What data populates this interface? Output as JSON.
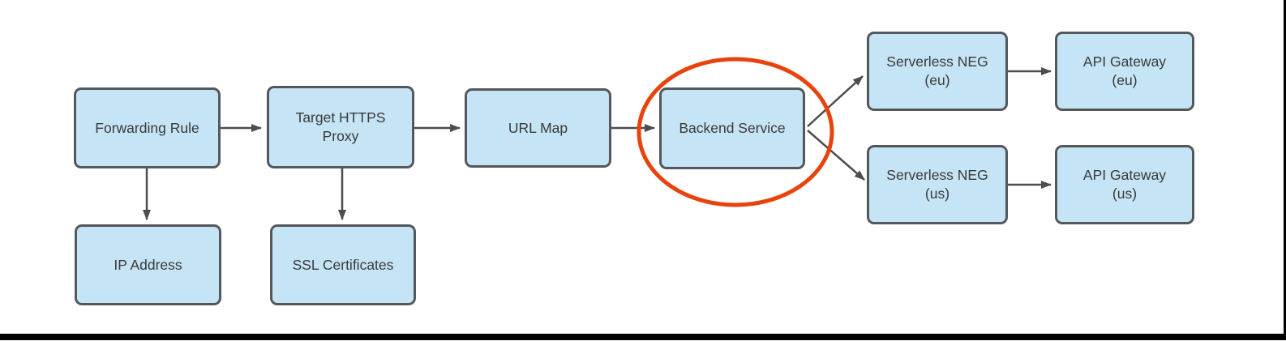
{
  "diagram": {
    "description": "Load balancer architecture flow diagram with Backend Service circled",
    "colors": {
      "node_fill": "#C5E4F5",
      "node_border": "#55585B",
      "node_text": "#3A3A3A",
      "arrow": "#4D4D4D",
      "highlight_ellipse": "#E9430D",
      "frame": "#000000",
      "background": "#FFFFFF"
    },
    "nodes": [
      {
        "id": "forwarding-rule",
        "label": "Forwarding Rule"
      },
      {
        "id": "target-https-proxy",
        "label": "Target HTTPS\nProxy"
      },
      {
        "id": "url-map",
        "label": "URL Map"
      },
      {
        "id": "backend-service",
        "label": "Backend Service",
        "highlighted": true
      },
      {
        "id": "serverless-neg-eu",
        "label": "Serverless NEG\n(eu)"
      },
      {
        "id": "api-gateway-eu",
        "label": "API Gateway\n(eu)"
      },
      {
        "id": "serverless-neg-us",
        "label": "Serverless NEG\n(us)"
      },
      {
        "id": "api-gateway-us",
        "label": "API Gateway\n(us)"
      },
      {
        "id": "ip-address",
        "label": "IP Address"
      },
      {
        "id": "ssl-certificates",
        "label": "SSL Certificates"
      }
    ],
    "edges": [
      {
        "from": "forwarding-rule",
        "to": "target-https-proxy"
      },
      {
        "from": "target-https-proxy",
        "to": "url-map"
      },
      {
        "from": "url-map",
        "to": "backend-service"
      },
      {
        "from": "backend-service",
        "to": "serverless-neg-eu"
      },
      {
        "from": "backend-service",
        "to": "serverless-neg-us"
      },
      {
        "from": "serverless-neg-eu",
        "to": "api-gateway-eu"
      },
      {
        "from": "serverless-neg-us",
        "to": "api-gateway-us"
      },
      {
        "from": "forwarding-rule",
        "to": "ip-address"
      },
      {
        "from": "target-https-proxy",
        "to": "ssl-certificates"
      }
    ],
    "annotations": [
      {
        "type": "ellipse",
        "target": "backend-service",
        "color": "#E9430D"
      }
    ]
  }
}
